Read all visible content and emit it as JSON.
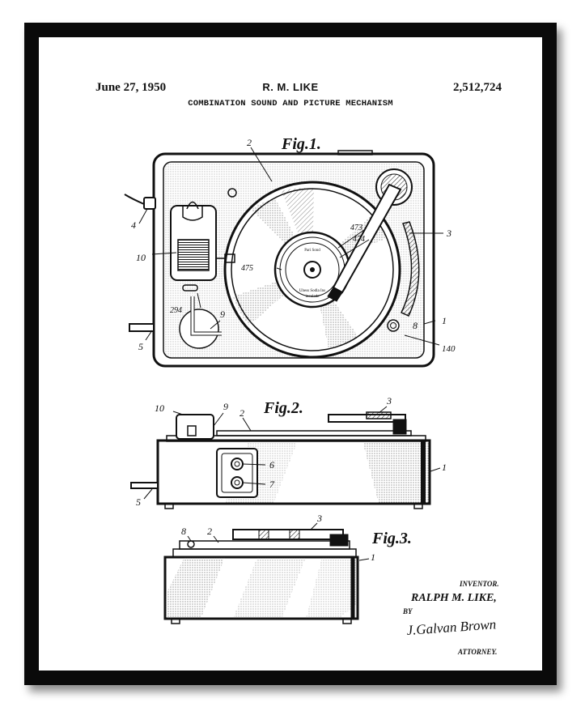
{
  "patent": {
    "date": "June 27, 1950",
    "inventor_header": "R. M. LIKE",
    "number": "2,512,724",
    "title": "COMBINATION SOUND AND PICTURE MECHANISM"
  },
  "figures": {
    "fig1": "Fig.1.",
    "fig2": "Fig.2.",
    "fig3": "Fig.3."
  },
  "reference_numerals": {
    "n1": "1",
    "n2": "2",
    "n3": "3",
    "n4": "4",
    "n5": "5",
    "n6": "6",
    "n7": "7",
    "n8": "8",
    "n9": "9",
    "n10": "10",
    "n140": "140",
    "n294": "294",
    "n473": "473",
    "n474": "474",
    "n475": "475"
  },
  "record_label": {
    "line1": "Pari Sond",
    "line2": "Ubess Sodla Ins",
    "line3": "inculade"
  },
  "signature_block": {
    "inventor_caption": "INVENTOR.",
    "inventor_name": "RALPH M. LIKE,",
    "by": "BY",
    "attorney_signature": "J.Galvan Brown",
    "attorney_caption": "ATTORNEY."
  },
  "colors": {
    "frame": "#0a0a0a",
    "mat": "#ffffff",
    "ink": "#111111"
  }
}
